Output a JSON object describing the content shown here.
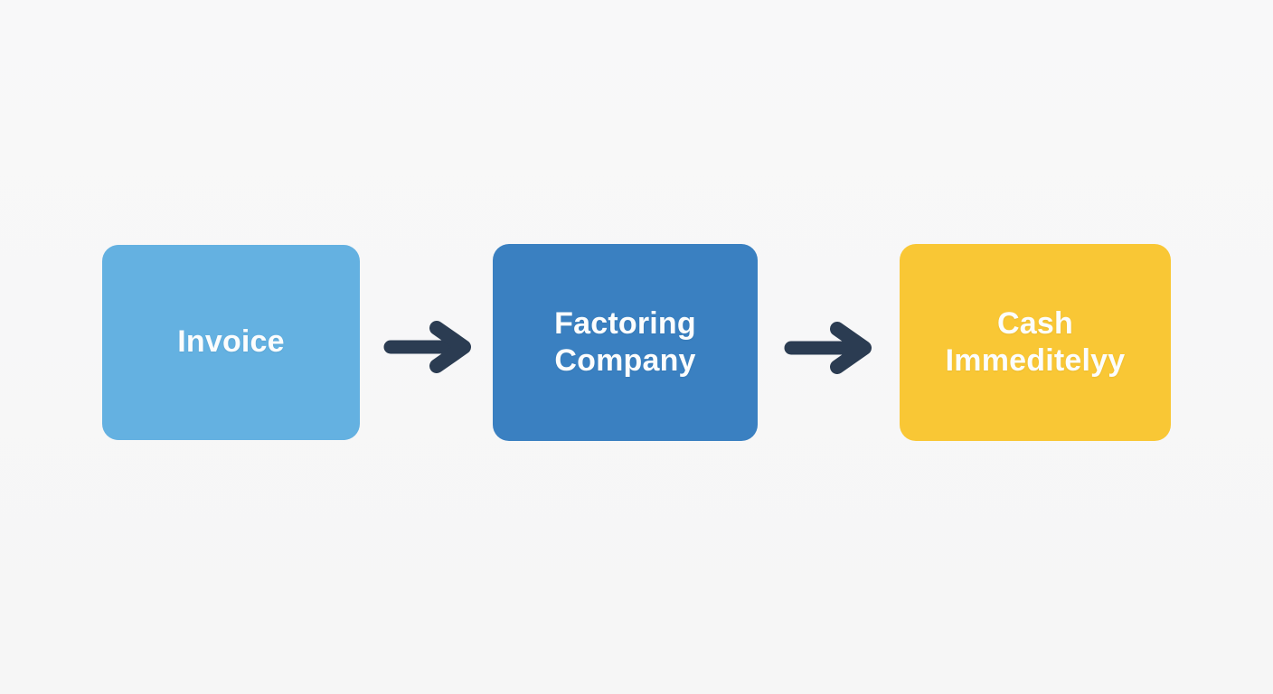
{
  "canvas": {
    "background_color": "#f7f7f7"
  },
  "diagram": {
    "type": "flowchart",
    "direction": "left-to-right",
    "text_color": "#fcfdfd",
    "arrow_color": "#2b3c52",
    "nodes": [
      {
        "id": "invoice",
        "label": "Invoice",
        "color": "#64b1e1"
      },
      {
        "id": "factoring-company",
        "label": "Factoring Company",
        "color": "#3a80c1"
      },
      {
        "id": "cash-immediately",
        "label": "Cash Immeditelyy",
        "color": "#f9c735"
      }
    ],
    "arrows": [
      {
        "from": "invoice",
        "to": "factoring-company"
      },
      {
        "from": "factoring-company",
        "to": "cash-immediately"
      }
    ]
  }
}
